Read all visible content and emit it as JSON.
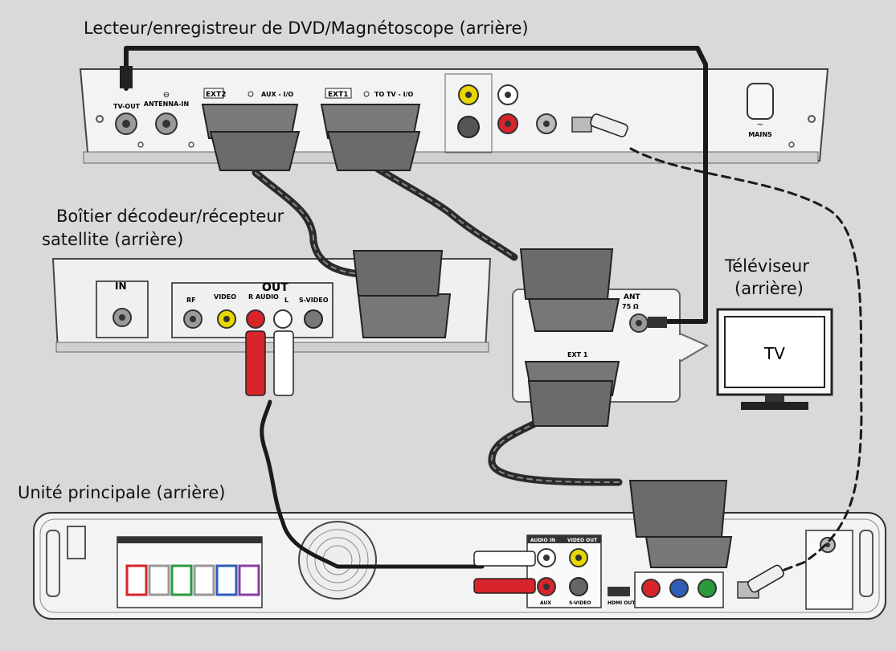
{
  "captions": {
    "dvd": "Lecteur/enregistreur de DVD/Magnétoscope (arrière)",
    "decoder_l1": "Boîtier décodeur/récepteur",
    "decoder_l2": "satellite (arrière)",
    "tv_l1": "Téléviseur",
    "tv_l2": "(arrière)",
    "main_unit": "Unité principale (arrière)"
  },
  "dvd_panel": {
    "tv_out": "TV-OUT",
    "antenna_in": "ANTENNA-IN",
    "ext2": "EXT2",
    "aux_io": "AUX - I/O",
    "ext1": "EXT1",
    "to_tv_io": "TO TV - I/O",
    "mains": "MAINS"
  },
  "decoder_panel": {
    "in": "IN",
    "out": "OUT",
    "rf": "RF",
    "video": "VIDEO",
    "r": "R",
    "audio": "AUDIO",
    "l": "L",
    "s_video": "S-VIDEO"
  },
  "tv_panel": {
    "ant": "ANT",
    "ohm": "75 Ω",
    "ext1": "EXT 1",
    "screen_label": "TV"
  },
  "main_panel": {
    "audio_in": "AUDIO IN",
    "video_out": "VIDEO OUT",
    "aux": "AUX",
    "s_video": "S-VIDEO",
    "hdmi_out": "HDMI OUT"
  },
  "colors": {
    "background": "#d9d9d9",
    "panel_face": "#f2f2f2",
    "cable": "#2a2a2a",
    "connector_gray": "#8c8c8c",
    "red_plug": "#d8242b",
    "yellow_jack": "#e8d800",
    "green_jack": "#2b9a3e",
    "blue_jack": "#2f5db5",
    "purple_speaker": "#8a3fa0"
  }
}
